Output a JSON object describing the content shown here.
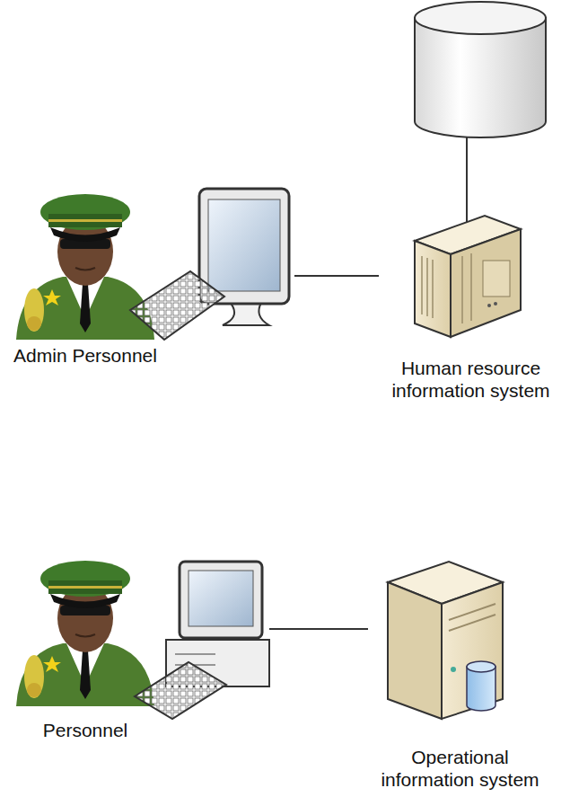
{
  "diagram": {
    "nodes": [
      {
        "text": [
          "Admin Personnel"
        ]
      },
      {
        "text": [
          "Human resource information system"
        ]
      },
      {
        "text": [
          "Personnel"
        ]
      },
      {
        "text": [
          "Operational information system"
        ]
      }
    ],
    "edges": [
      {
        "from": 0,
        "to": 1,
        "arrow": "none"
      },
      {
        "from": 2,
        "to": 3,
        "arrow": "none"
      }
    ]
  }
}
